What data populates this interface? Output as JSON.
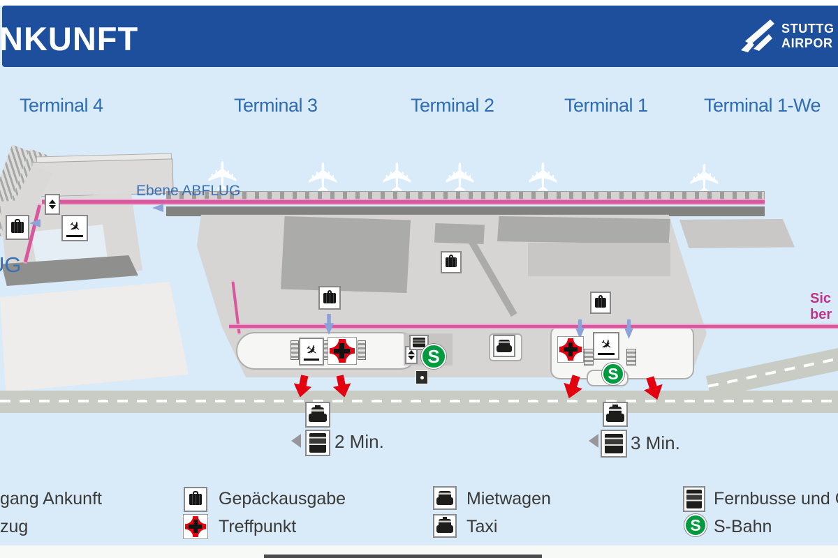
{
  "header": {
    "title": "NKUNFT",
    "logo": {
      "line1": "STUTTG",
      "line2": "AIRPOR"
    }
  },
  "terminals": [
    {
      "label": "Terminal 4"
    },
    {
      "label": "Terminal 3"
    },
    {
      "label": "Terminal 2"
    },
    {
      "label": "Terminal 1"
    },
    {
      "label": "Terminal 1-We"
    }
  ],
  "map": {
    "level_label": "Ebene ABFLUG",
    "left_level_fragment": "UG",
    "security_area": {
      "line1": "Sic",
      "line2": "ber"
    },
    "stations": [
      {
        "wait": "2 Min."
      },
      {
        "wait": "3 Min."
      }
    ],
    "glyphs": {
      "sbahn": "S",
      "plane": "✈"
    }
  },
  "legend": {
    "items": [
      {
        "name": "exit-arrival",
        "label": "gang Ankunft"
      },
      {
        "name": "elevator",
        "label": "zug"
      },
      {
        "name": "baggage-claim",
        "label": "Gepäckausgabe"
      },
      {
        "name": "meeting-point",
        "label": "Treffpunkt"
      },
      {
        "name": "rental-cars",
        "label": "Mietwagen"
      },
      {
        "name": "taxi",
        "label": "Taxi"
      },
      {
        "name": "long-distance-buses",
        "label": "Fernbusse und Ö"
      },
      {
        "name": "sbahn",
        "label": "S-Bahn"
      }
    ]
  },
  "colors": {
    "header_blue": "#1d4f9c",
    "label_blue": "#2e6db6",
    "pink_line": "#d9579d",
    "magenta_text": "#bf3389",
    "signal_red": "#e3000f",
    "sbahn_green": "#009b3f",
    "background_blue": "#d9eaf8"
  }
}
